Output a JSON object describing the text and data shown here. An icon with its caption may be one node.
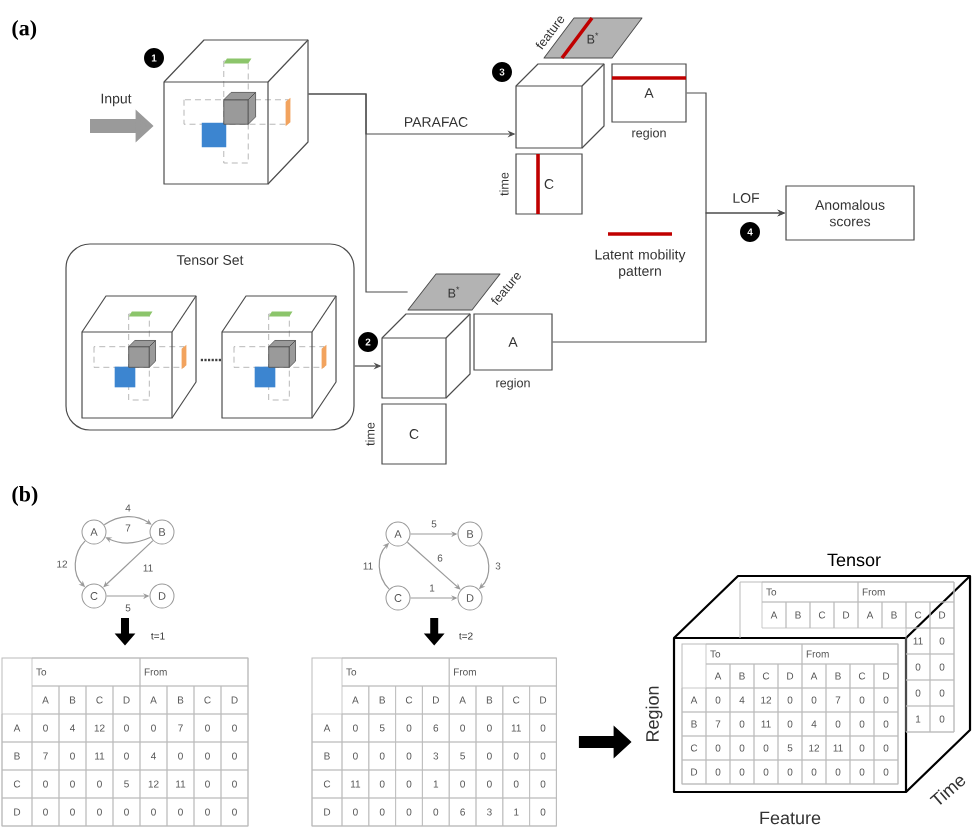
{
  "diagram": {
    "nodes": [
      {
        "text": [
          "1"
        ]
      },
      {
        "text": [],
        "shape": "cube"
      },
      {
        "text": [
          "3"
        ]
      },
      {
        "text": [
          "B$^{*}$"
        ],
        "beside": [
          "feature"
        ]
      },
      {
        "text": [],
        "shape": "cube"
      },
      {
        "text": [
          "A"
        ],
        "beside": [
          "region"
        ]
      },
      {
        "text": [
          "C"
        ],
        "beside": [
          "time"
        ]
      },
      {
        "text": [
          "Anomalous scores"
        ]
      },
      {
        "text": [
          "4"
        ]
      },
      {
        "text": [
          "Tensor Set"
        ]
      },
      {
        "text": [],
        "shape": "cube",
        "in": 9
      },
      {
        "text": [],
        "shape": "cube",
        "in": 9
      },
      {
        "text": [
          "2"
        ]
      },
      {
        "text": [
          "B$^{*}$"
        ],
        "beside": [
          "feature"
        ]
      },
      {
        "text": [],
        "shape": "cube"
      },
      {
        "text": [
          "A"
        ],
        "beside": [
          "region"
        ]
      },
      {
        "text": [
          "C"
        ],
        "beside": [
          "time"
        ]
      },
      {
        "text": [
          "A"
        ]
      },
      {
        "text": [
          "B"
        ]
      },
      {
        "text": [
          "C"
        ]
      },
      {
        "text": [
          "D"
        ]
      },
      {
        "text": [
          "A"
        ]
      },
      {
        "text": [
          "B"
        ]
      },
      {
        "text": [
          "C"
        ]
      },
      {
        "text": [
          "D"
        ]
      },
      {
        "text": [
          "To",
          "From",
          "A",
          "B",
          "C",
          "D",
          "A",
          "B",
          "C",
          "D",
          "A",
          "0",
          "4",
          "12",
          "0",
          "0",
          "7",
          "0",
          "0",
          "B",
          "7",
          "0",
          "11",
          "0",
          "4",
          "0",
          "0",
          "0",
          "C",
          "0",
          "0",
          "0",
          "5",
          "12",
          "11",
          "0",
          "0",
          "D",
          "0",
          "0",
          "0",
          "0",
          "0",
          "0",
          "0",
          "0"
        ]
      },
      {
        "text": [
          "To",
          "From",
          "A",
          "B",
          "C",
          "D",
          "A",
          "B",
          "C",
          "D",
          "A",
          "0",
          "5",
          "0",
          "6",
          "0",
          "0",
          "11",
          "0",
          "B",
          "0",
          "0",
          "0",
          "3",
          "5",
          "0",
          "0",
          "0",
          "C",
          "11",
          "0",
          "0",
          "1",
          "0",
          "0",
          "0",
          "0",
          "D",
          "0",
          "0",
          "0",
          "0",
          "6",
          "3",
          "1",
          "0"
        ]
      },
      {
        "text": [
          "Tensor"
        ],
        "beside": [
          "Region",
          "Feature",
          "Time"
        ]
      },
      {
        "text": [
          "To",
          "From",
          "A",
          "B",
          "C",
          "D",
          "A",
          "B",
          "C",
          "D",
          "11",
          "0",
          "0",
          "0",
          "0",
          "0",
          "1",
          "0"
        ]
      },
      {
        "text": [
          "To",
          "From",
          "A",
          "B",
          "C",
          "D",
          "A",
          "B",
          "C",
          "D",
          "A",
          "0",
          "4",
          "12",
          "0",
          "0",
          "7",
          "0",
          "0",
          "B",
          "7",
          "0",
          "11",
          "0",
          "4",
          "0",
          "0",
          "0",
          "C",
          "0",
          "0",
          "0",
          "5",
          "12",
          "11",
          "0",
          "0",
          "D",
          "0",
          "0",
          "0",
          "0",
          "0",
          "0",
          "0",
          "0"
        ],
        "in": 27
      }
    ],
    "edges": [
      {
        "from": null,
        "to": 1,
        "arrow": "to",
        "label": "Input",
        "style": "thick"
      },
      {
        "from": 1,
        "to": 4,
        "arrow": "to",
        "label": "PARAFAC",
        "color": "#4d4d4d"
      },
      {
        "from": 1,
        "to": 13,
        "arrow": "none",
        "color": "#4d4d4d"
      },
      {
        "from": 9,
        "to": 14,
        "arrow": "to",
        "color": "#4d4d4d"
      },
      {
        "from": 5,
        "to": 7,
        "arrow": "to",
        "label": "LOF",
        "color": "#4d4d4d"
      },
      {
        "from": 15,
        "to": 7,
        "arrow": "to",
        "color": "#4d4d4d"
      },
      {
        "from": 17,
        "to": 18,
        "arrow": "to",
        "label": "4"
      },
      {
        "from": 18,
        "to": 17,
        "arrow": "to",
        "label": "7"
      },
      {
        "from": 17,
        "to": 19,
        "arrow": "to",
        "label": "12"
      },
      {
        "from": 18,
        "to": 19,
        "arrow": "to",
        "label": "11"
      },
      {
        "from": 19,
        "to": 20,
        "arrow": "to",
        "label": "5"
      },
      {
        "from": 21,
        "to": 22,
        "arrow": "to",
        "label": "5"
      },
      {
        "from": 21,
        "to": 24,
        "arrow": "to",
        "label": "6"
      },
      {
        "from": 22,
        "to": 24,
        "arrow": "to",
        "label": "3"
      },
      {
        "from": 23,
        "to": 21,
        "arrow": "to",
        "label": "11"
      },
      {
        "from": 23,
        "to": 24,
        "arrow": "to",
        "label": "1"
      },
      {
        "from": null,
        "to": 25,
        "arrow": "to",
        "label": "t=1",
        "style": "thick",
        "color": "#000000"
      },
      {
        "from": null,
        "to": 26,
        "arrow": "to",
        "label": "t=2",
        "style": "thick",
        "color": "#000000"
      },
      {
        "from": 26,
        "to": 27,
        "arrow": "to",
        "style": "thick",
        "color": "#000000"
      }
    ],
    "labels": [
      "(a)",
      "(b)"
    ],
    "legend": [
      {
        "text": "Latent mobility pattern"
      }
    ]
  }
}
